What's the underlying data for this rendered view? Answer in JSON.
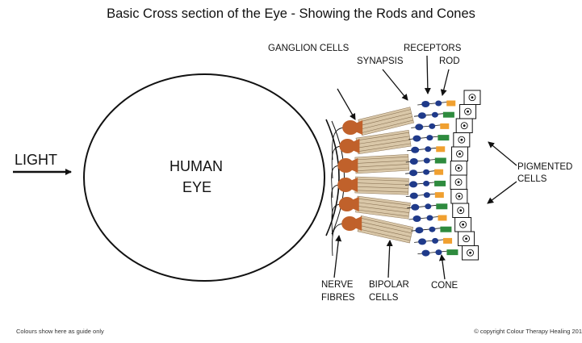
{
  "title": "Basic Cross section of the Eye - Showing the Rods and Cones",
  "light_label": "LIGHT",
  "eye_label": {
    "line1": "HUMAN",
    "line2": "EYE"
  },
  "labels": {
    "ganglion": "GANGLION  CELLS",
    "receptors": "RECEPTORS",
    "synapsis": "SYNAPSIS",
    "rod": "ROD",
    "pigmented": {
      "line1": "PIGMENTED",
      "line2": "CELLS"
    },
    "nerve": {
      "line1": "NERVE",
      "line2": "FIBRES"
    },
    "bipolar": {
      "line1": "BIPOLAR",
      "line2": "CELLS"
    },
    "cone": "CONE"
  },
  "footer": {
    "note": "Colours show here as  guide only",
    "copyright": "© copyright Colour Therapy Healing 201"
  },
  "colors": {
    "ganglion": "#c0612b",
    "synapse": "#1f3a8a",
    "rod": "#f0a030",
    "cone": "#2e8b3e",
    "bipolar": "#d9c7a8",
    "ink": "#111111"
  },
  "receptor_sequence": [
    "rod",
    "cone",
    "rod",
    "cone",
    "rod",
    "cone",
    "rod",
    "cone",
    "rod",
    "cone",
    "rod",
    "cone",
    "rod",
    "cone"
  ]
}
